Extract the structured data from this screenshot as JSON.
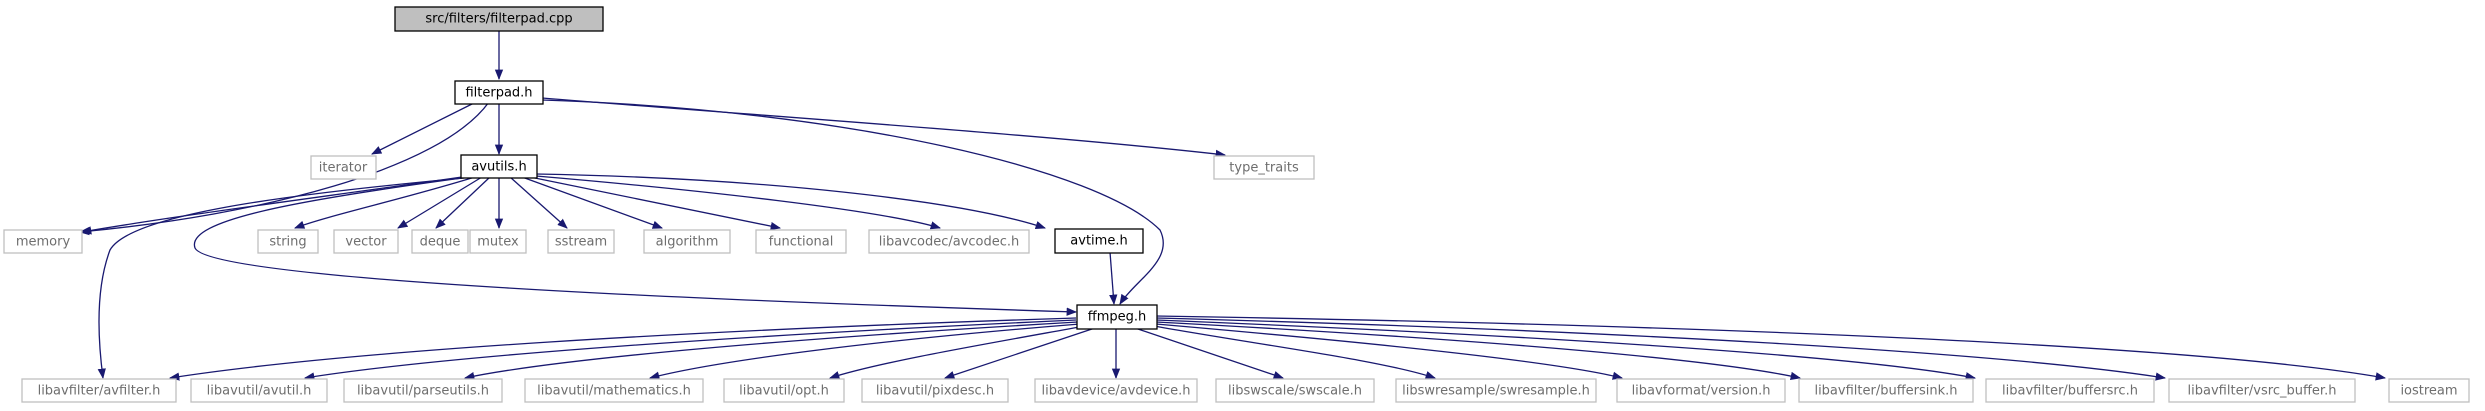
{
  "colors": {
    "edge": "#191970",
    "box_border_strong": "#000000",
    "box_border_light": "#bfbfbf",
    "root_fill": "#bfbfbf",
    "text_dark": "#000000",
    "text_light": "#6e6e6e"
  },
  "nodes": {
    "root": "src/filters/filterpad.cpp",
    "filterpad_h": "filterpad.h",
    "iterator": "iterator",
    "avutils_h": "avutils.h",
    "type_traits": "type_traits",
    "memory": "memory",
    "string": "string",
    "vector": "vector",
    "deque": "deque",
    "mutex": "mutex",
    "sstream": "sstream",
    "algorithm": "algorithm",
    "functional": "functional",
    "avcodec": "libavcodec/avcodec.h",
    "avtime_h": "avtime.h",
    "ffmpeg_h": "ffmpeg.h",
    "avfilter": "libavfilter/avfilter.h",
    "avutil": "libavutil/avutil.h",
    "parseutils": "libavutil/parseutils.h",
    "mathematics": "libavutil/mathematics.h",
    "opt": "libavutil/opt.h",
    "pixdesc": "libavutil/pixdesc.h",
    "avdevice": "libavdevice/avdevice.h",
    "swscale": "libswscale/swscale.h",
    "swresample": "libswresample/swresample.h",
    "version": "libavformat/version.h",
    "buffersink": "libavfilter/buffersink.h",
    "buffersrc": "libavfilter/buffersrc.h",
    "vsrc_buffer": "libavfilter/vsrc_buffer.h",
    "iostream": "iostream"
  }
}
